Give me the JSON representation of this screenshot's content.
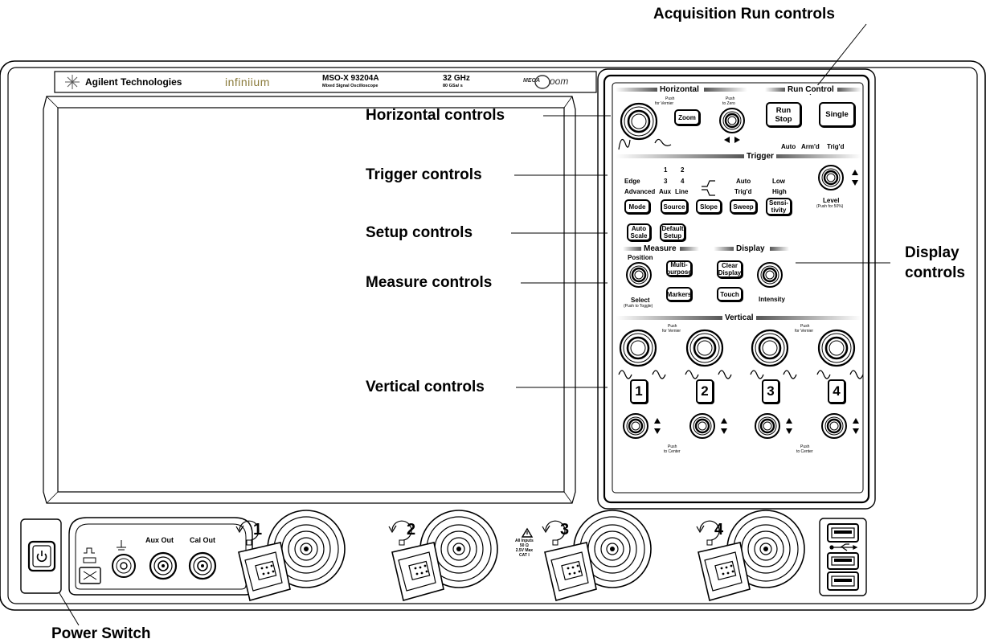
{
  "callouts": {
    "acquisition": "Acquisition Run controls",
    "horizontal": "Horizontal controls",
    "trigger": "Trigger controls",
    "setup": "Setup controls",
    "measure": "Measure controls",
    "vertical": "Vertical controls",
    "display_line1": "Display",
    "display_line2": "controls",
    "power": "Power Switch"
  },
  "header": {
    "brand": "Agilent Technologies",
    "product_line": "infiniium",
    "model": "MSO-X 93204A",
    "model_sub": "Mixed Signal Oscilloscope",
    "bandwidth": "32 GHz",
    "sample_rate": "80 GSa/ s",
    "zoom_logo_text": "MEGA",
    "zoom_logo_text2": "oom"
  },
  "horizontal": {
    "title": "Horizontal",
    "push_vernier": "Push",
    "push_vernier_sub": "for Vernier",
    "push_zero": "Push",
    "push_zero_sub": "to Zero",
    "zoom_button": "Zoom"
  },
  "run_control": {
    "title": "Run Control",
    "run_stop": "Run\nStop",
    "single": "Single",
    "status_auto": "Auto",
    "status_armd": "Arm'd",
    "status_trigd": "Trig'd"
  },
  "trigger": {
    "title": "Trigger",
    "mode_edge": "Edge",
    "mode_advanced": "Advanced",
    "src_1": "1",
    "src_2": "2",
    "src_3": "3",
    "src_4": "4",
    "src_aux": "Aux",
    "src_line": "Line",
    "sweep_auto": "Auto",
    "sweep_trigd": "Trig'd",
    "sens_low": "Low",
    "sens_high": "High",
    "level": "Level",
    "level_sub": "(Push for 50%)",
    "mode_button": "Mode",
    "source_button": "Source",
    "slope_button": "Slope",
    "sweep_button": "Sweep",
    "sensitivity_button": "Sensi-\ntivity"
  },
  "setup": {
    "auto_scale": "Auto\nScale",
    "default_setup": "Default\nSetup"
  },
  "measure": {
    "title": "Measure",
    "position": "Position",
    "select": "Select",
    "select_sub": "(Push to Toggle)",
    "multipurpose": "Multi-\npurpose",
    "markers": "Markers"
  },
  "display": {
    "title": "Display",
    "clear_display": "Clear\nDisplay",
    "touch": "Touch",
    "intensity": "Intensity"
  },
  "vertical": {
    "title": "Vertical",
    "push_vernier": "Push",
    "push_vernier_sub": "for Vernier",
    "push_center": "Push",
    "push_center_sub": "to Center",
    "channels": [
      "1",
      "2",
      "3",
      "4"
    ]
  },
  "front": {
    "aux_out": "Aux Out",
    "cal_out": "Cal Out",
    "ch_numbers": [
      "1",
      "2",
      "3",
      "4"
    ],
    "warning": "All Inputs\n50 Ω\n2.5V Max\nCAT I"
  }
}
